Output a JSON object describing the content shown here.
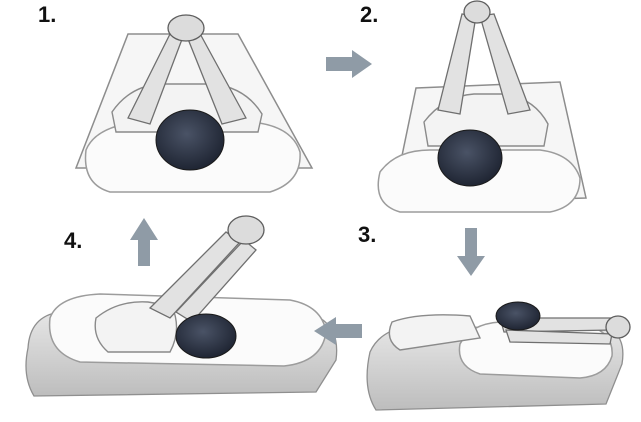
{
  "steps": [
    {
      "number": "1."
    },
    {
      "number": "2."
    },
    {
      "number": "3."
    },
    {
      "number": "4."
    }
  ],
  "colors": {
    "ink": "#111111",
    "skin": "#e4e4e4",
    "hair": "#2c3444",
    "sheet": "#f4f4f4",
    "sheet_edge": "#9a9a9a",
    "arrow": "#8f9ba6",
    "pillow": "#fafafa",
    "bed": "#d6d6d6"
  },
  "arrows": [
    {
      "direction": "right"
    },
    {
      "direction": "down"
    },
    {
      "direction": "left"
    },
    {
      "direction": "up"
    }
  ]
}
